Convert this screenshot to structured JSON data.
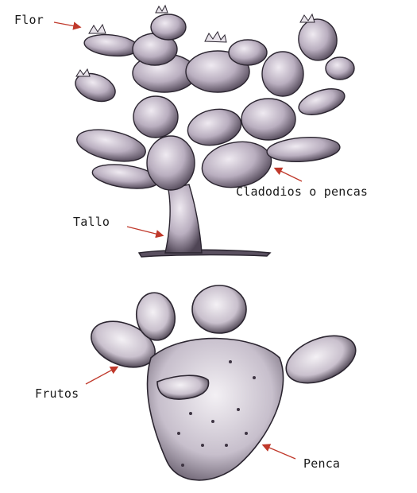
{
  "labels": {
    "flor": "Flor",
    "cladodios": "Cladodios o pencas",
    "tallo": "Tallo",
    "frutos": "Frutos",
    "penca": "Penca"
  },
  "colors": {
    "arrow": "#c0392b",
    "ink": "#2b2530",
    "pad_fill": "#bdb3c2",
    "pad_light": "#e6e1e8",
    "pad_dark": "#5d5363"
  }
}
